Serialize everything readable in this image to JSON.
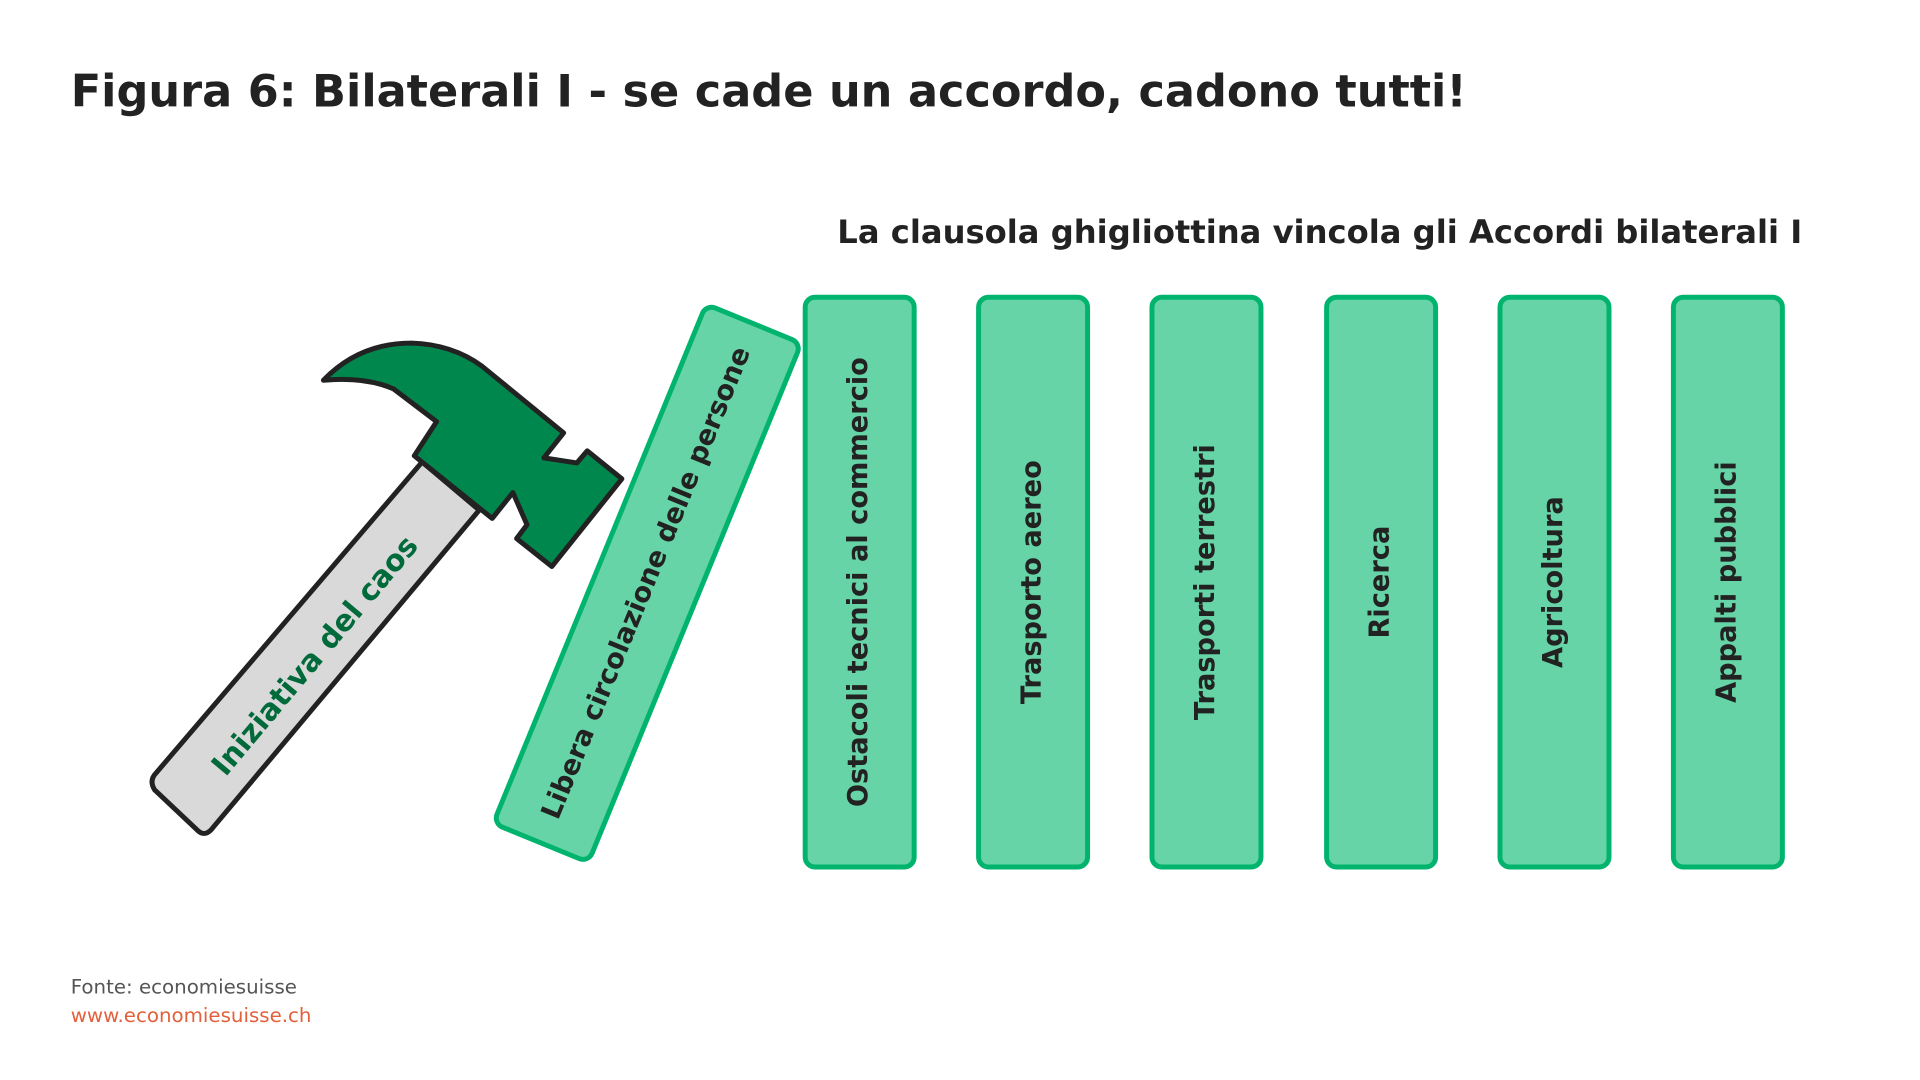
{
  "title": "Figura 6: Bilaterali I - se cade un accordo, cadono tutti!",
  "subtitle": "La clausola ghigliottina vincola gli Accordi bilaterali I",
  "hammer_label": "Iniziativa del caos",
  "falling_agreement": "Libera circolazione delle persone",
  "agreements": [
    "Ostacoli tecnici al commercio",
    "Trasporto aereo",
    "Trasporti terrestri",
    "Ricerca",
    "Agricoltura",
    "Appalti pubblici"
  ],
  "source": "Fonte: economiesuisse",
  "url": "www.economiesuisse.ch",
  "colors": {
    "bar_fill": "#66d4a6",
    "bar_stroke": "#00b46e",
    "hammer_head": "#00874d",
    "hammer_handle": "#d9d9d9",
    "link": "#e2603a"
  }
}
